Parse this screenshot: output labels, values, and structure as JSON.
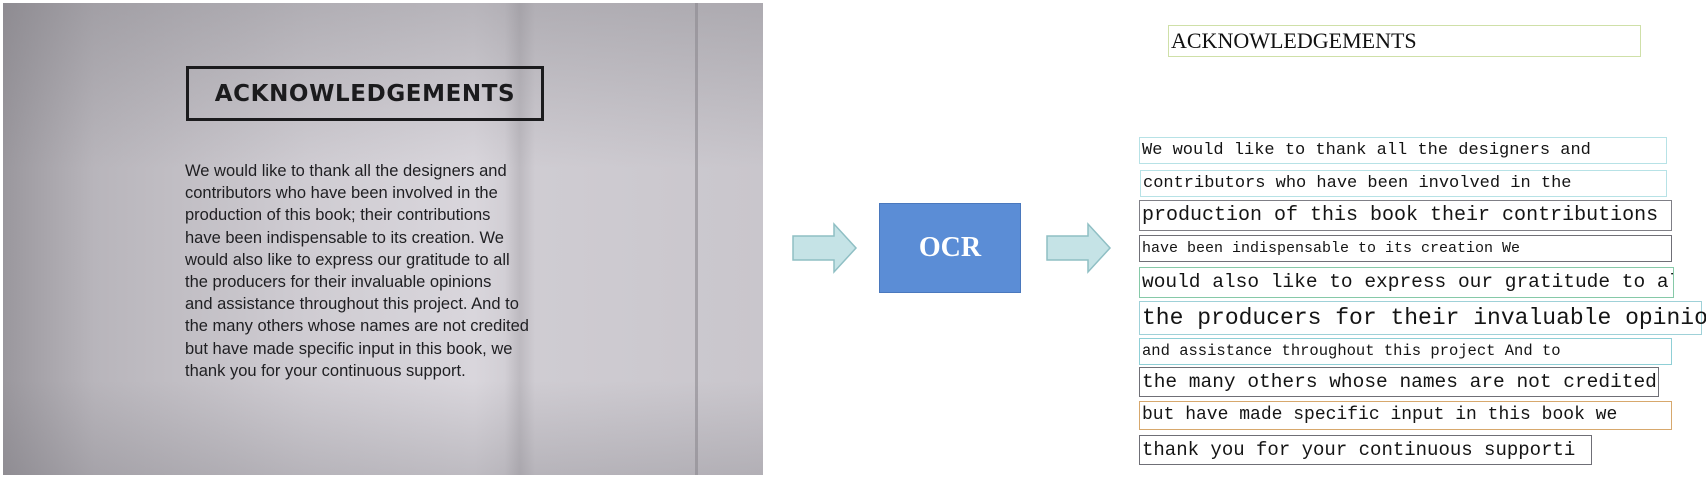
{
  "photo": {
    "heading": "ACKNOWLEDGEMENTS",
    "lines": [
      "We would like to thank all the designers and",
      "contributors who have been involved in the",
      "production of this book; their contributions",
      "have been indispensable to its creation. We",
      "would also like to express our gratitude to all",
      "the producers for their invaluable opinions",
      "and assistance throughout this project. And to",
      "the many others whose names are not credited",
      "but have made specific input in this book, we",
      "thank you for your continuous support."
    ]
  },
  "process": {
    "label": "OCR",
    "box_color": "#5b8dd6",
    "arrow_color": "#c5e3e6",
    "arrow_icon": "right-arrow-icon"
  },
  "ocr_output": {
    "heading": "ACKNOWLEDGEMENTS",
    "lines": [
      "We would like to thank all the designers and",
      "contributors who have been involved in the",
      "production of this book their contributions",
      "have been indispensable to its creation We",
      "would also like to express our gratitude to all",
      "the producers for their invaluable opinions",
      "and assistance throughout this project And to",
      "the many others whose names are not credited",
      "but have made specific input in this book we",
      "thank you for your continuous supporti"
    ]
  }
}
